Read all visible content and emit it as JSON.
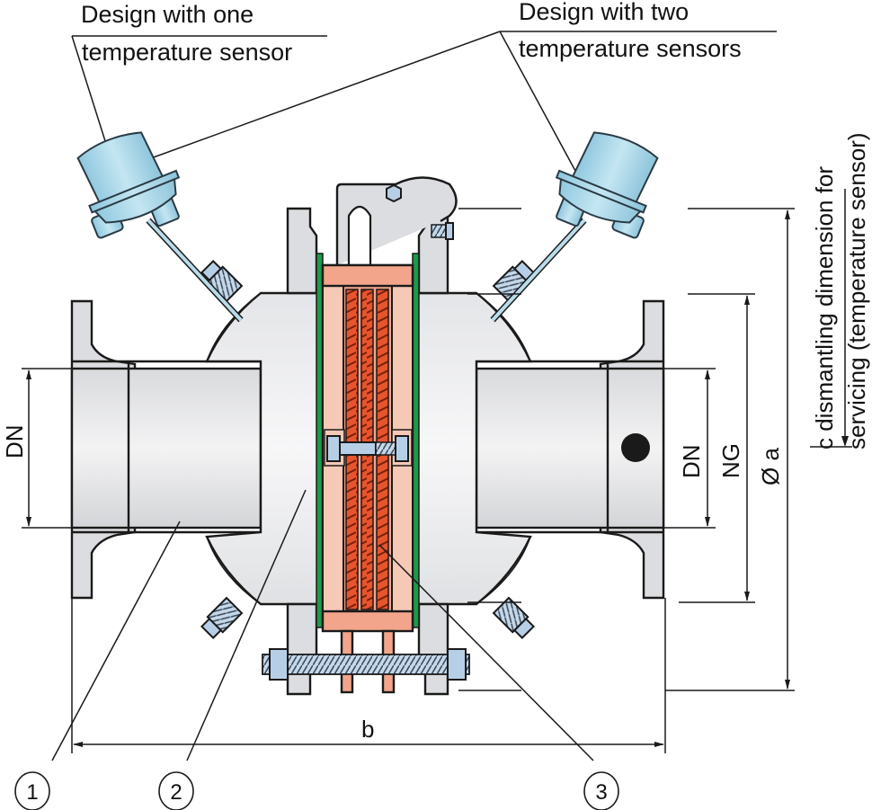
{
  "title": "Flame arrester cross-section with temperature sensors",
  "callouts": {
    "one_sensor": {
      "line1": "Design with one",
      "line2": "temperature sensor"
    },
    "two_sensors": {
      "line1": "Design with two",
      "line2": "temperature sensors"
    },
    "dismantling": {
      "line1": "c dismantling dimension for",
      "line2": "servicing (temperature sensor)"
    }
  },
  "dimensions": {
    "dn_left": "DN",
    "dn_right": "DN",
    "ng": "NG",
    "diameter_a": "Ø a",
    "b": "b"
  },
  "part_numbers": [
    "1",
    "2",
    "3"
  ],
  "colors": {
    "flame_arrester_element": "#f2a58a",
    "crimped_ribbon": "#e8542e",
    "gasket": "#1d9a4a",
    "steel": "#dcdde0",
    "sensor_head": "#a9d4e6"
  }
}
